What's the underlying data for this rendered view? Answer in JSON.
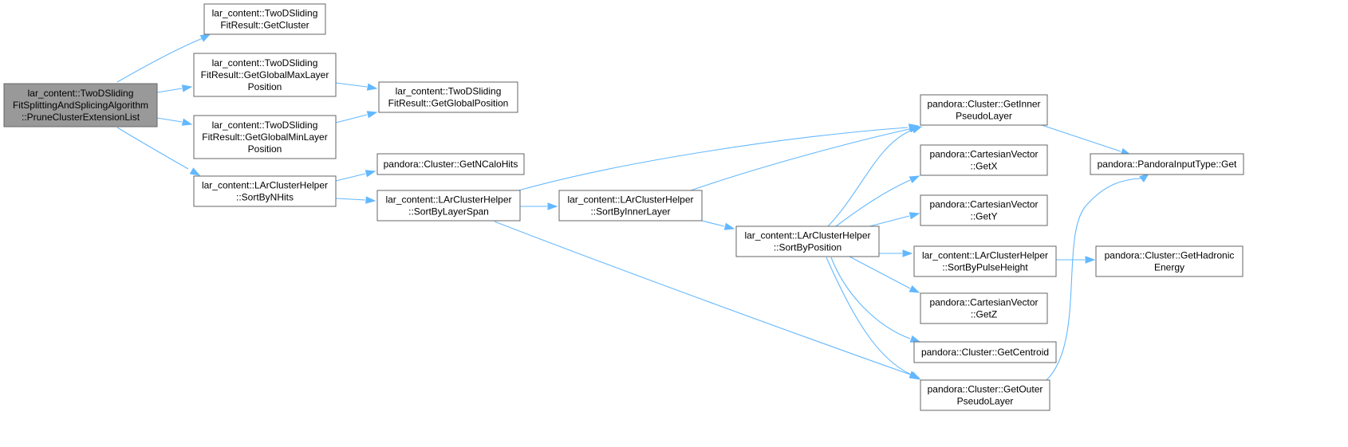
{
  "diagram": {
    "nodes": [
      {
        "id": "root",
        "lines": [
          "lar_content::TwoDSliding",
          "FitSplittingAndSplicingAlgorithm",
          "::PruneClusterExtensionList"
        ],
        "root": true
      },
      {
        "id": "getCluster",
        "lines": [
          "lar_content::TwoDSliding",
          "FitResult::GetCluster"
        ]
      },
      {
        "id": "getGlobalMaxLayerPosition",
        "lines": [
          "lar_content::TwoDSliding",
          "FitResult::GetGlobalMaxLayer",
          "Position"
        ]
      },
      {
        "id": "getGlobalMinLayerPosition",
        "lines": [
          "lar_content::TwoDSliding",
          "FitResult::GetGlobalMinLayer",
          "Position"
        ]
      },
      {
        "id": "sortByNHits",
        "lines": [
          "lar_content::LArClusterHelper",
          "::SortByNHits"
        ]
      },
      {
        "id": "getGlobalPosition",
        "lines": [
          "lar_content::TwoDSliding",
          "FitResult::GetGlobalPosition"
        ]
      },
      {
        "id": "getNCaloHits",
        "lines": [
          "pandora::Cluster::GetNCaloHits"
        ]
      },
      {
        "id": "sortByLayerSpan",
        "lines": [
          "lar_content::LArClusterHelper",
          "::SortByLayerSpan"
        ]
      },
      {
        "id": "sortByInnerLayer",
        "lines": [
          "lar_content::LArClusterHelper",
          "::SortByInnerLayer"
        ]
      },
      {
        "id": "sortByPosition",
        "lines": [
          "lar_content::LArClusterHelper",
          "::SortByPosition"
        ]
      },
      {
        "id": "getInnerPseudoLayer",
        "lines": [
          "pandora::Cluster::GetInner",
          "PseudoLayer"
        ]
      },
      {
        "id": "getX",
        "lines": [
          "pandora::CartesianVector",
          "::GetX"
        ]
      },
      {
        "id": "getY",
        "lines": [
          "pandora::CartesianVector",
          "::GetY"
        ]
      },
      {
        "id": "sortByPulseHeight",
        "lines": [
          "lar_content::LArClusterHelper",
          "::SortByPulseHeight"
        ]
      },
      {
        "id": "getZ",
        "lines": [
          "pandora::CartesianVector",
          "::GetZ"
        ]
      },
      {
        "id": "getCentroid",
        "lines": [
          "pandora::Cluster::GetCentroid"
        ]
      },
      {
        "id": "getOuterPseudoLayer",
        "lines": [
          "pandora::Cluster::GetOuter",
          "PseudoLayer"
        ]
      },
      {
        "id": "pandoraInputTypeGet",
        "lines": [
          "pandora::PandoraInputType::Get"
        ]
      },
      {
        "id": "getHadronicEnergy",
        "lines": [
          "pandora::Cluster::GetHadronic",
          "Energy"
        ]
      }
    ],
    "edges": [
      {
        "from": "root",
        "to": "getCluster"
      },
      {
        "from": "root",
        "to": "getGlobalMaxLayerPosition"
      },
      {
        "from": "root",
        "to": "getGlobalMinLayerPosition"
      },
      {
        "from": "root",
        "to": "sortByNHits"
      },
      {
        "from": "getGlobalMaxLayerPosition",
        "to": "getGlobalPosition"
      },
      {
        "from": "getGlobalMinLayerPosition",
        "to": "getGlobalPosition"
      },
      {
        "from": "sortByNHits",
        "to": "getNCaloHits"
      },
      {
        "from": "sortByNHits",
        "to": "sortByLayerSpan"
      },
      {
        "from": "sortByLayerSpan",
        "to": "getInnerPseudoLayer"
      },
      {
        "from": "sortByLayerSpan",
        "to": "sortByInnerLayer"
      },
      {
        "from": "sortByLayerSpan",
        "to": "getOuterPseudoLayer"
      },
      {
        "from": "sortByInnerLayer",
        "to": "getInnerPseudoLayer"
      },
      {
        "from": "sortByInnerLayer",
        "to": "sortByPosition"
      },
      {
        "from": "sortByPosition",
        "to": "getInnerPseudoLayer"
      },
      {
        "from": "sortByPosition",
        "to": "getX"
      },
      {
        "from": "sortByPosition",
        "to": "getY"
      },
      {
        "from": "sortByPosition",
        "to": "sortByPulseHeight"
      },
      {
        "from": "sortByPosition",
        "to": "getZ"
      },
      {
        "from": "sortByPosition",
        "to": "getCentroid"
      },
      {
        "from": "sortByPosition",
        "to": "getOuterPseudoLayer"
      },
      {
        "from": "getInnerPseudoLayer",
        "to": "pandoraInputTypeGet"
      },
      {
        "from": "getOuterPseudoLayer",
        "to": "pandoraInputTypeGet"
      },
      {
        "from": "sortByPulseHeight",
        "to": "getHadronicEnergy"
      }
    ]
  },
  "colors": {
    "edge": "#63b8ff",
    "node_border": "#666666",
    "root_fill": "#999999",
    "node_fill": "#ffffff"
  }
}
